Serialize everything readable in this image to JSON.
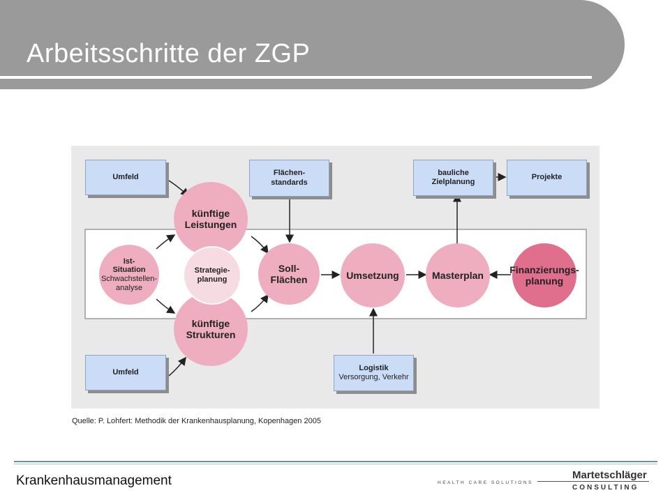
{
  "header": {
    "title": "Arbeitsschritte der ZGP"
  },
  "diagram": {
    "boxes": {
      "umfeld_top": "Umfeld",
      "flaechen_line1": "Flächen-",
      "flaechen_line2": "standards",
      "ziel_line1": "bauliche",
      "ziel_line2": "Zielplanung",
      "projekte": "Projekte",
      "umfeld_bottom": "Umfeld",
      "logistik_title": "Logistik",
      "logistik_sub": "Versorgung, Verkehr"
    },
    "circles": {
      "leistungen_line1": "künftige",
      "leistungen_line2": "Leistungen",
      "ist_line1": "Ist-",
      "ist_line2": "Situation",
      "ist_line3": "Schwachstellen-",
      "ist_line4": "analyse",
      "strategie_line1": "Strategie-",
      "strategie_line2": "planung",
      "strukturen_line1": "künftige",
      "strukturen_line2": "Strukturen",
      "soll_line1": "Soll-",
      "soll_line2": "Flächen",
      "umsetzung": "Umsetzung",
      "masterplan": "Masterplan",
      "finanz_line1": "Finanzierungs-",
      "finanz_line2": "planung"
    }
  },
  "source": "Quelle: P. Lohfert: Methodik der Krankenhausplanung,  Kopenhagen 2005",
  "footer": {
    "left": "Krankenhausmanagement",
    "tagline": "HEALTH CARE SOLUTIONS",
    "logo_name": "Martetschläger",
    "logo_sub": "CONSULTING"
  },
  "colors": {
    "header_band": "#9a9a9a",
    "box_fill": "#cbdcf7",
    "circle_pink": "#eeaec0",
    "circle_dark": "#e06f8e",
    "footer_line": "#6a8fb0"
  }
}
